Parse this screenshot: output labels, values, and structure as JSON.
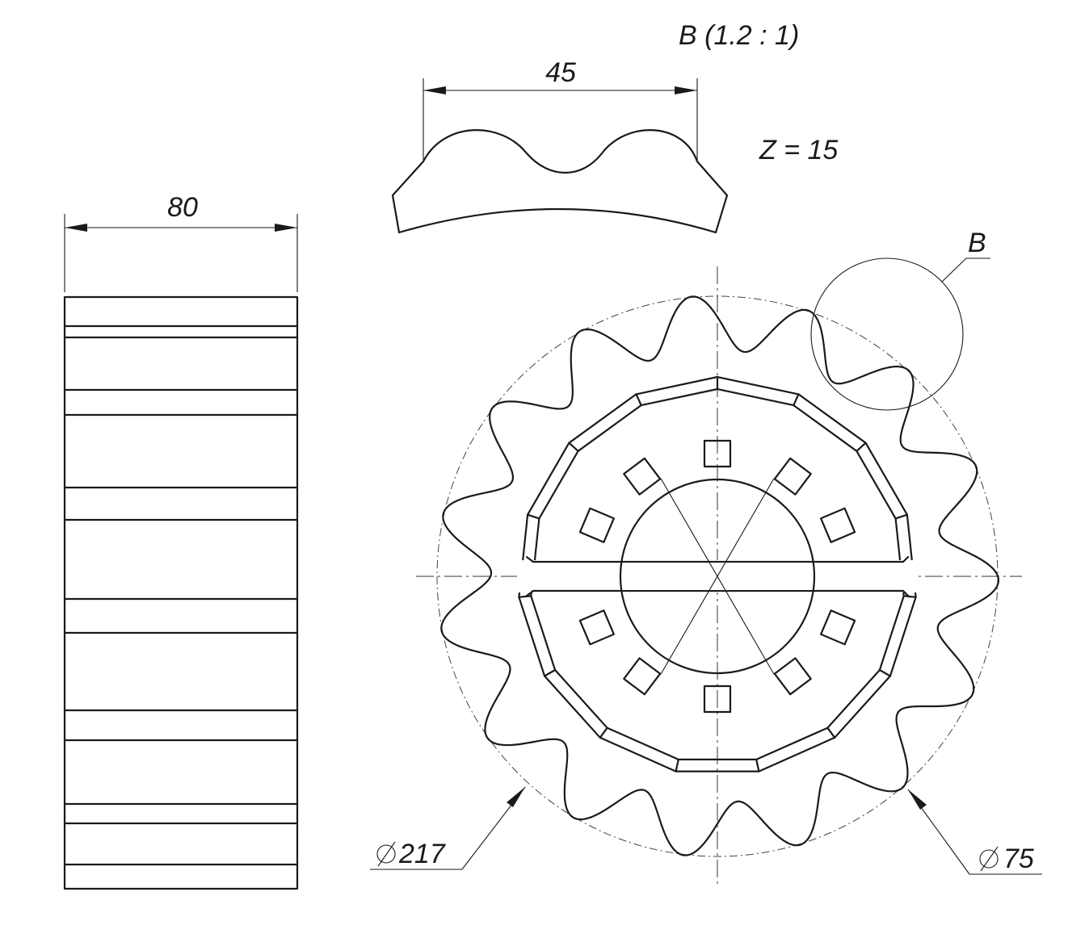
{
  "labels": {
    "side_width": "80",
    "detail_width": "45",
    "detail_title": "B  (1.2 : 1)",
    "teeth_count": "Z = 15",
    "detail_callout": "B",
    "outer_diameter": "217",
    "bore_diameter": "75"
  },
  "symbols": {
    "diameter": "diameter-symbol"
  },
  "gear": {
    "teeth": 15,
    "inner_polygon_sides": 15,
    "square_holes": 10
  },
  "colors": {
    "line": "#1a1a1a",
    "background": "#ffffff"
  }
}
